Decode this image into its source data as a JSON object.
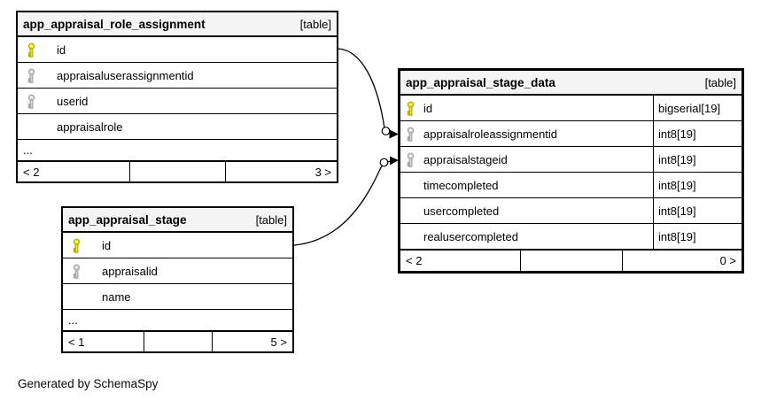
{
  "diagram": {
    "credit": "Generated by SchemaSpy",
    "ellipsis": "...",
    "colors": {
      "border": "#000000",
      "header_bg": "#f4f4f4",
      "primary_key": "#e8e800",
      "foreign_key": "#d4d4d4",
      "background": "#ffffff"
    }
  },
  "tables": [
    {
      "title": "app_appraisal_role_assignment",
      "badge": "[table]",
      "columns": [
        {
          "name": "id",
          "key": "primary"
        },
        {
          "name": "appraisaluserassignmentid",
          "key": "foreign"
        },
        {
          "name": "userid",
          "key": "foreign"
        },
        {
          "name": "appraisalrole",
          "key": null
        }
      ],
      "ellipsis": "...",
      "footer": {
        "left": "< 2",
        "right": "3 >"
      }
    },
    {
      "title": "app_appraisal_stage_data",
      "badge": "[table]",
      "columns": [
        {
          "name": "id",
          "type": "bigserial[19]",
          "key": "primary"
        },
        {
          "name": "appraisalroleassignmentid",
          "type": "int8[19]",
          "key": "foreign"
        },
        {
          "name": "appraisalstageid",
          "type": "int8[19]",
          "key": "foreign"
        },
        {
          "name": "timecompleted",
          "type": "int8[19]",
          "key": null
        },
        {
          "name": "usercompleted",
          "type": "int8[19]",
          "key": null
        },
        {
          "name": "realusercompleted",
          "type": "int8[19]",
          "key": null
        }
      ],
      "footer": {
        "left": "< 2",
        "right": "0 >"
      }
    },
    {
      "title": "app_appraisal_stage",
      "badge": "[table]",
      "columns": [
        {
          "name": "id",
          "key": "primary"
        },
        {
          "name": "appraisalid",
          "key": "foreign"
        },
        {
          "name": "name",
          "key": null
        }
      ],
      "ellipsis": "...",
      "footer": {
        "left": "< 1",
        "right": "5 >"
      }
    }
  ],
  "relationships": [
    {
      "from": "app_appraisal_role_assignment.id",
      "to": "app_appraisal_stage_data.appraisalroleassignmentid"
    },
    {
      "from": "app_appraisal_stage.id",
      "to": "app_appraisal_stage_data.appraisalstageid"
    }
  ]
}
